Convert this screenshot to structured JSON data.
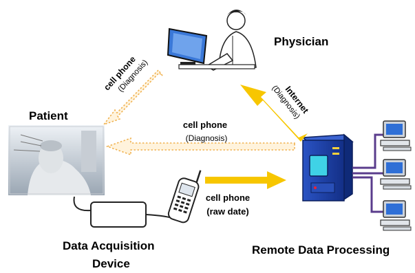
{
  "nodes": {
    "physician": "Physician",
    "patient": "Patient",
    "device_line1": "Data Acquisition",
    "device_line2": "Device",
    "remote": "Remote Data Processing"
  },
  "edges": {
    "phone_to_patient_top": {
      "line1": "cell phone",
      "line2": "(Diagnosis)"
    },
    "server_to_patient": {
      "line1": "cell phone",
      "line2": "(Diagnosis)"
    },
    "internet": {
      "line1": "Internet",
      "line2": "(Diagnosis)"
    },
    "raw_data": {
      "line1": "cell phone",
      "line2": "(raw date)"
    }
  },
  "colors": {
    "arrow_solid": "#f7c600",
    "arrow_outline": "#f5c66a",
    "server": "#1c3fa8",
    "screen": "#2f6fd6"
  },
  "icons": [
    "physician-icon",
    "patient-photo",
    "acquisition-device-icon",
    "cell-phone-icon",
    "server-icon",
    "computer-icon"
  ]
}
